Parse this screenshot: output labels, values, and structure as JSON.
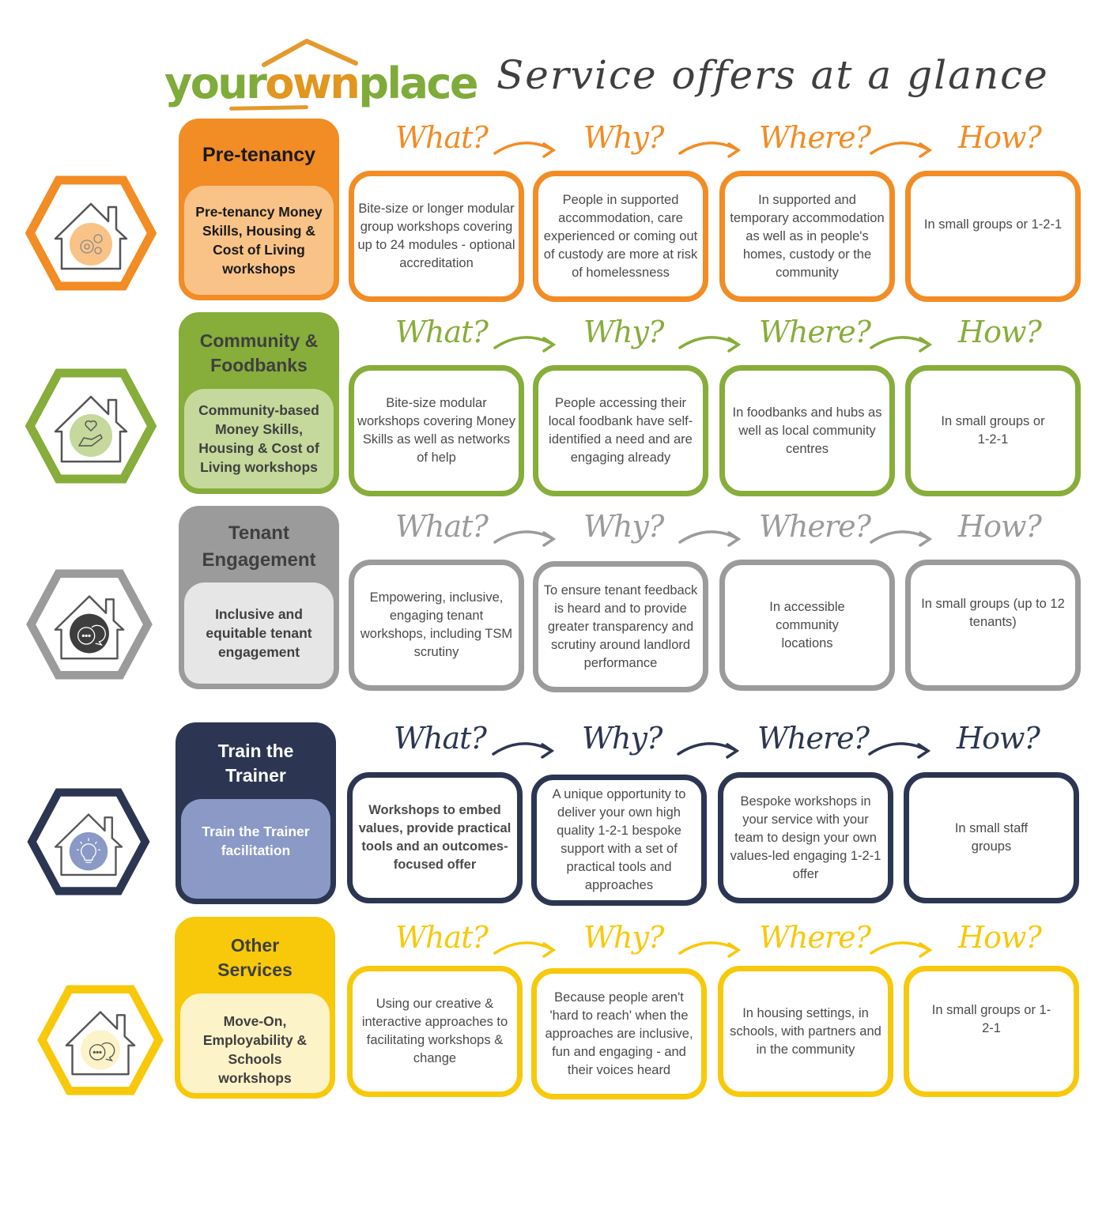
{
  "header": {
    "logo": {
      "part1": "your",
      "part2": "own",
      "part3": "place"
    },
    "title": "Service offers at a glance"
  },
  "colors": {
    "orange": "#f28c24",
    "green": "#87ad3a",
    "grey": "#9b9b9b",
    "navy": "#2c3652",
    "yellow": "#f8c90a",
    "logo_green": "#7fab3a",
    "logo_orange": "#e0961f"
  },
  "labels": {
    "what": "What?",
    "why": "Why?",
    "where": "Where?",
    "how": "How?"
  },
  "rows": [
    {
      "icon": "gears-icon",
      "category": "Pre-tenancy",
      "subtitle": "Pre-tenancy Money Skills, Housing & Cost of Living workshops",
      "what": "Bite-size or longer modular group workshops covering up to 24 modules - optional accreditation",
      "why": "People in supported accommodation, care experienced or coming out of custody are more at risk of homelessness",
      "where": "In supported and temporary accommodation as well as in people's homes, custody or the community",
      "how": "In small groups or 1-2-1"
    },
    {
      "icon": "heart-hand-icon",
      "category": "Community & Foodbanks",
      "subtitle": "Community-based Money Skills, Housing & Cost of Living workshops",
      "what": "Bite-size modular workshops covering Money Skills as well as networks of help",
      "why": "People accessing their local foodbank have self-identified a need and are engaging already",
      "where": "In foodbanks and hubs as well as local community centres",
      "how": "In small groups or 1-2-1"
    },
    {
      "icon": "chat-bubbles-icon",
      "category": "Tenant Engagement",
      "subtitle": "Inclusive and equitable tenant engagement",
      "what": "Empowering, inclusive, engaging tenant workshops, including TSM scrutiny",
      "why": "To ensure tenant feedback is heard and to provide greater transparency and scrutiny around landlord performance",
      "where": "In accessible community locations",
      "how": "In small groups (up to 12 tenants)"
    },
    {
      "icon": "lightbulb-icon",
      "category": "Train the Trainer",
      "subtitle": "Train the Trainer facilitation",
      "what": "Workshops to embed values, provide practical tools and an outcomes-focused offer",
      "why": "A unique opportunity to deliver your own high quality 1-2-1 bespoke support with a set of practical tools and approaches",
      "where": "Bespoke workshops in your service with your team to design your own values-led engaging 1-2-1 offer",
      "how": "In small staff groups"
    },
    {
      "icon": "chat-bubbles-icon",
      "category": "Other Services",
      "subtitle": "Move-On, Employability & Schools workshops",
      "what": "Using our creative & interactive approaches to facilitating workshops & change",
      "why": "Because people aren't 'hard to reach' when the approaches are inclusive, fun and engaging - and their voices heard",
      "where": "In housing settings, in schools, with partners and in the community",
      "how": "In small groups or 1-2-1"
    }
  ]
}
